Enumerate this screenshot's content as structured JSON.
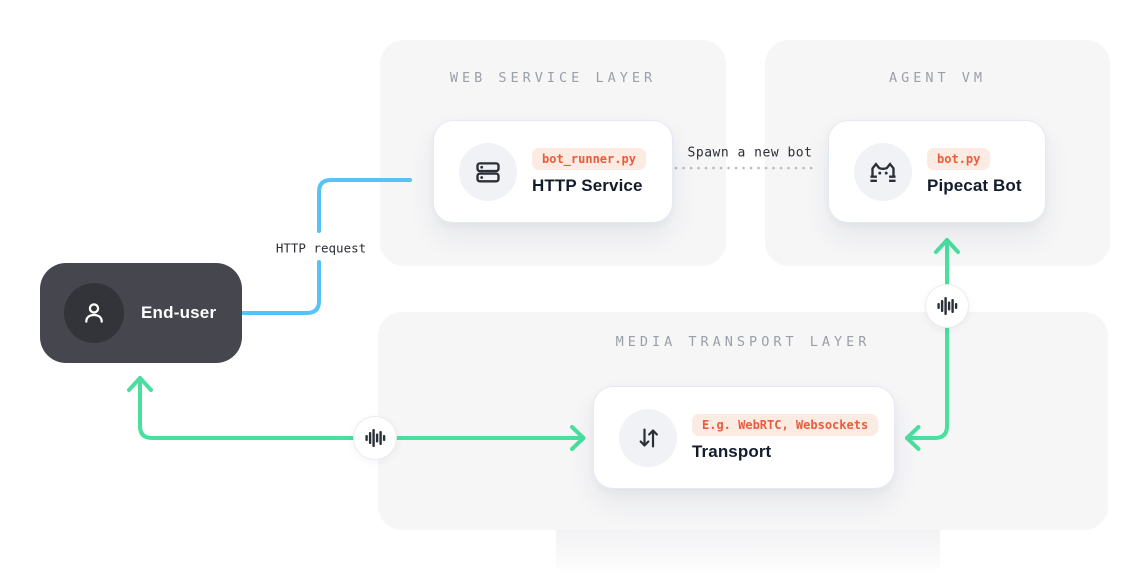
{
  "colors": {
    "green": "#4ade9f",
    "blue": "#57c2f7",
    "badge_bg": "#fcebe2",
    "badge_text": "#ec5b3d",
    "panel_bg": "#f6f6f7",
    "panel_title": "#9b9fa6",
    "card_border": "#e4e9f3",
    "card_title": "#131c2b",
    "dark_box": "#46474e",
    "dark_box_circle": "#333439",
    "icon_dark": "#2b2f38",
    "dot_color": "#b9bcc1",
    "label_text": "#2b2f36"
  },
  "panels": {
    "web_service": {
      "title": "WEB SERVICE LAYER"
    },
    "agent_vm": {
      "title": "AGENT VM"
    },
    "media_transport": {
      "title": "MEDIA TRANSPORT LAYER"
    }
  },
  "cards": {
    "http_service": {
      "badge": "bot_runner.py",
      "title": "HTTP Service",
      "icon": "server-icon"
    },
    "pipecat_bot": {
      "badge": "bot.py",
      "title": "Pipecat Bot",
      "icon": "pipecat-cat-icon"
    },
    "transport": {
      "badge": "E.g. WebRTC, Websockets",
      "title": "Transport",
      "icon": "arrows-up-down-icon"
    }
  },
  "end_user": {
    "label": "End-user",
    "icon": "person-icon"
  },
  "connectors": {
    "http_request_label": "HTTP request",
    "spawn_label": "Spawn a new bot",
    "audio_icon": "audio-waveform-icon"
  }
}
